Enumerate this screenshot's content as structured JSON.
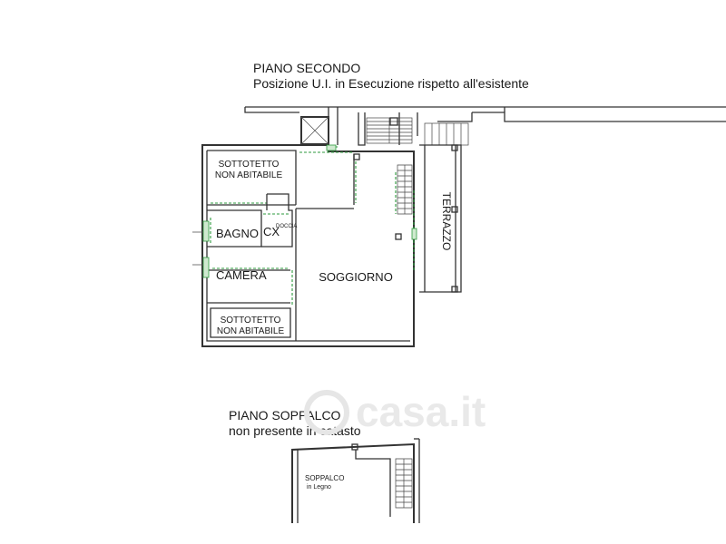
{
  "floor_second": {
    "title": "PIANO SECONDO",
    "subtitle": "Posizione U.I. in Esecuzione rispetto all'esistente",
    "rooms": {
      "sottotetto_top_line1": "SOTTOTETTO",
      "sottotetto_top_line2": "NON ABITABILE",
      "bagno": "BAGNO",
      "cx": "CX",
      "doccia": "DOCCIA",
      "camera": "CAMERA",
      "soggiorno": "SOGGIORNO",
      "terrazzo": "TERRAZZO",
      "sottotetto_bottom_line1": "SOTTOTETTO",
      "sottotetto_bottom_line2": "NON ABITABILE"
    }
  },
  "floor_mezzanine": {
    "title": "PIANO SOPPALCO",
    "subtitle": "non presente in catasto",
    "rooms": {
      "soppalco_line1": "SOPPALCO",
      "soppalco_line2": "in Legno"
    }
  },
  "watermark": "casa.it"
}
